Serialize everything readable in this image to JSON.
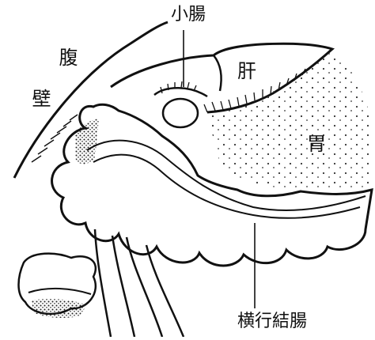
{
  "labels": {
    "fukuheki_a": "腹",
    "fukuheki_b": "壁",
    "shocho": "小腸",
    "kan": "肝",
    "i": "胃",
    "oukou_ketsucho": "横行結腸"
  }
}
